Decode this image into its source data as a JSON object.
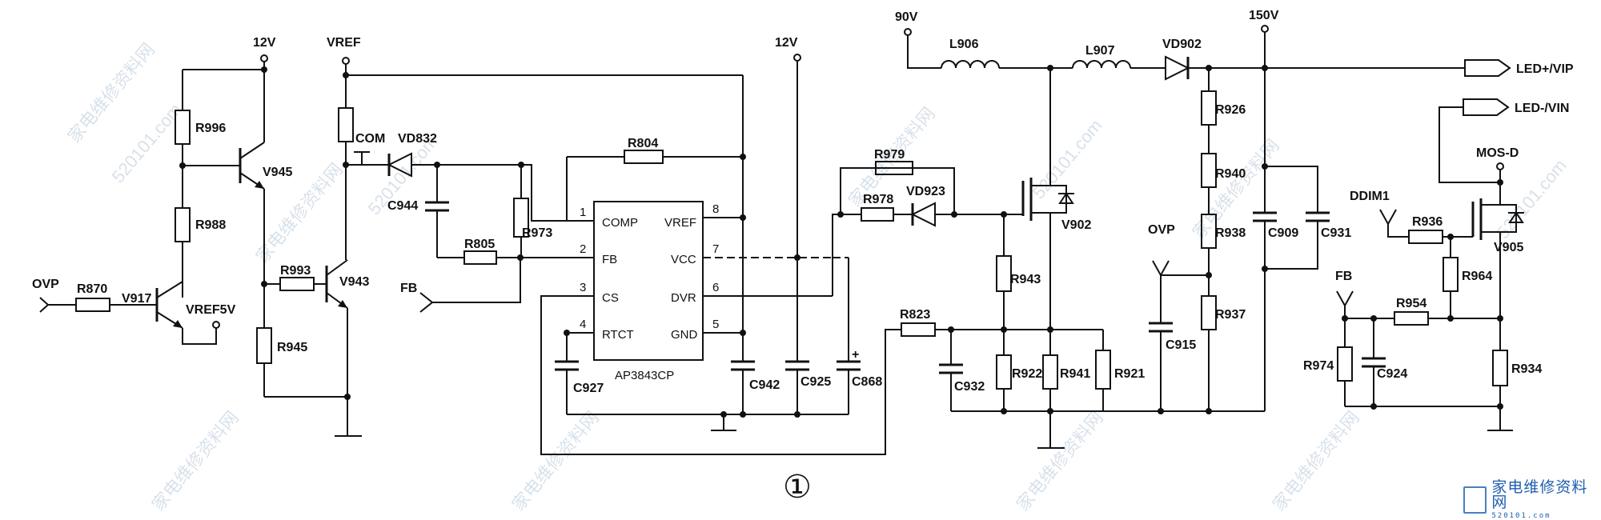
{
  "figure_number": "①",
  "power_labels": {
    "v12_left": "12V",
    "vref_top": "VREF",
    "v12_mid": "12V",
    "v90": "90V",
    "v150": "150V",
    "com": "COM"
  },
  "port_labels": {
    "ovp_in": "OVP",
    "vref5v": "VREF5V",
    "fb_left": "FB",
    "ovp_right": "OVP",
    "ddim": "DDIM1",
    "fb_right": "FB",
    "mos_d": "MOS-D",
    "led_plus": "LED+/VIP",
    "led_minus": "LED-/VIN"
  },
  "ic": {
    "name": "AP3843CP",
    "pins_left": [
      {
        "num": "1",
        "name": "COMP"
      },
      {
        "num": "2",
        "name": "FB"
      },
      {
        "num": "3",
        "name": "CS"
      },
      {
        "num": "4",
        "name": "RTCT"
      }
    ],
    "pins_right": [
      {
        "num": "8",
        "name": "VREF"
      },
      {
        "num": "7",
        "name": "VCC"
      },
      {
        "num": "6",
        "name": "DVR"
      },
      {
        "num": "5",
        "name": "GND"
      }
    ]
  },
  "components": {
    "R996": "R996",
    "R988": "R988",
    "R870": "R870",
    "V917": "V917",
    "V945": "V945",
    "R993": "R993",
    "V943": "V943",
    "R945": "R945",
    "VD832": "VD832",
    "C944": "C944",
    "R805": "R805",
    "R973": "R973",
    "R804": "R804",
    "C927": "C927",
    "C942": "C942",
    "C925": "C925",
    "C868": "C868",
    "R979": "R979",
    "R978": "R978",
    "VD923": "VD923",
    "L906": "L906",
    "L907": "L907",
    "VD902": "VD902",
    "V902": "V902",
    "R943": "R943",
    "R823": "R823",
    "C932": "C932",
    "R922": "R922",
    "R941": "R941",
    "R921": "R921",
    "C915": "C915",
    "R926": "R926",
    "R940": "R940",
    "R938": "R938",
    "R937": "R937",
    "C909": "C909",
    "C931": "C931",
    "R936": "R936",
    "V905": "V905",
    "R964": "R964",
    "R954": "R954",
    "R974": "R974",
    "C924": "C924",
    "R934": "R934"
  },
  "watermark": {
    "text": "家电维修资料网",
    "url": "520101.com"
  },
  "logo": {
    "text": "家电维修资料网",
    "url": "520101.com"
  }
}
